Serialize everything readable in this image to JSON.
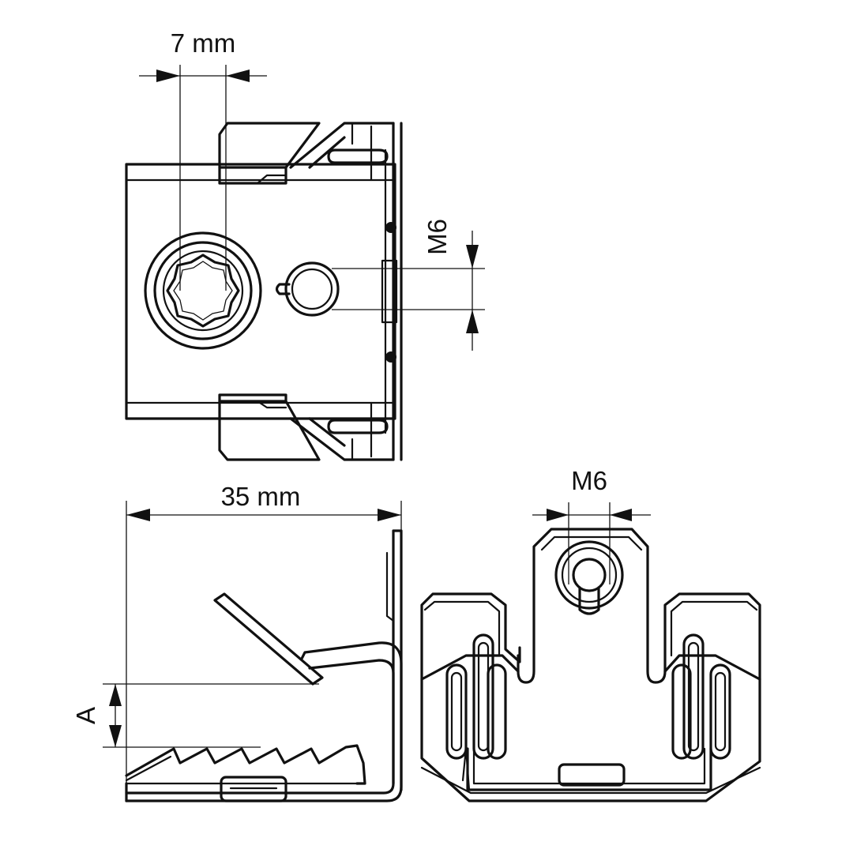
{
  "dimensions": {
    "top_width": "7 mm",
    "top_thread": "M6",
    "side_length": "35 mm",
    "side_grip": "A",
    "front_thread": "M6"
  },
  "colors": {
    "line": "#111111",
    "background": "#ffffff"
  }
}
